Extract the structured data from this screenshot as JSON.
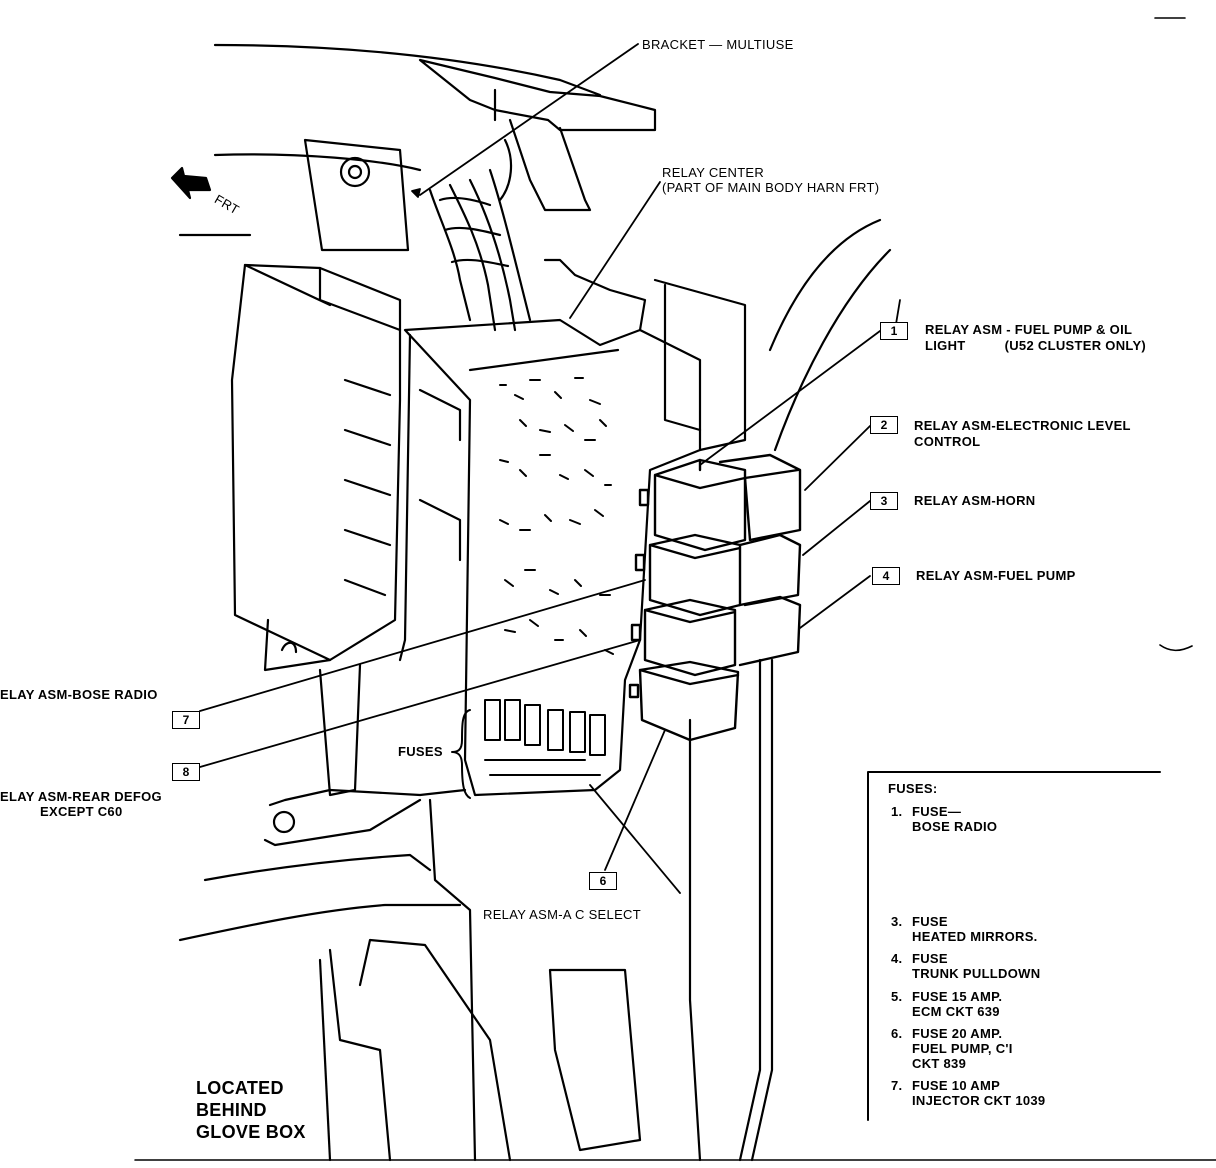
{
  "diagram": {
    "bracket_label": "BRACKET — MULTIUSE",
    "relay_center_line1": "RELAY CENTER",
    "relay_center_line2": "(PART OF MAIN BODY HARN FRT)",
    "frt_label": "FRT",
    "fuses_side_label": "FUSES",
    "located_line1": "LOCATED",
    "located_line2": "BEHIND",
    "located_line3": "GLOVE BOX"
  },
  "callouts": [
    {
      "num": "1",
      "line1": "RELAY ASM - FUEL PUMP & OIL",
      "line2": "LIGHT          (U52 CLUSTER ONLY)"
    },
    {
      "num": "2",
      "line1": "RELAY ASM-ELECTRONIC LEVEL",
      "line2": "CONTROL"
    },
    {
      "num": "3",
      "line1": "RELAY ASM-HORN",
      "line2": ""
    },
    {
      "num": "4",
      "line1": "RELAY ASM-FUEL PUMP",
      "line2": ""
    },
    {
      "num": "6",
      "line1": "RELAY ASM-A C SELECT",
      "line2": ""
    },
    {
      "num": "7",
      "line1": "ELAY ASM-BOSE RADIO",
      "line2": ""
    },
    {
      "num": "8",
      "line1": "ELAY ASM-REAR DEFOG",
      "line2": "EXCEPT C60"
    }
  ],
  "fuse_table": {
    "title": "FUSES:",
    "items": [
      {
        "n": "1.",
        "text": "FUSE—\nBOSE RADIO"
      },
      {
        "n": "3.",
        "text": "FUSE\nHEATED MIRRORS."
      },
      {
        "n": "4.",
        "text": "FUSE\nTRUNK PULLDOWN"
      },
      {
        "n": "5.",
        "text": "FUSE 15 AMP.\nECM CKT 639"
      },
      {
        "n": "6.",
        "text": "FUSE 20 AMP.\nFUEL PUMP, C'I\nCKT 839"
      },
      {
        "n": "7.",
        "text": "FUSE 10 AMP\nINJECTOR CKT 1039"
      }
    ]
  }
}
